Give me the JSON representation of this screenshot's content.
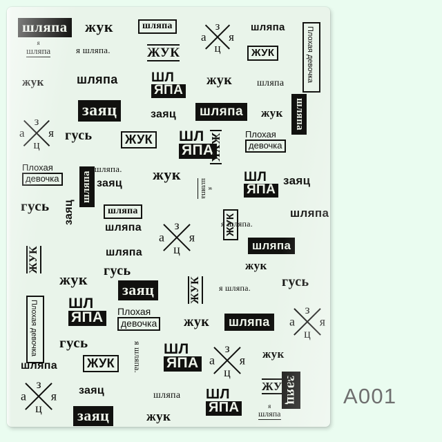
{
  "product": {
    "code": "A001",
    "sheet_background": "#e9f4ea",
    "page_background": "#eafcf0",
    "ink_color": "#11110f",
    "code_color": "#6f6f6f"
  },
  "words": {
    "hat": "шляпа",
    "hat_caps_part1": "ШЛ",
    "hat_caps_part2": "ЯПА",
    "beetle": "жук",
    "hare": "заяц",
    "goose": "гусь",
    "bad": "Плохая",
    "girl": "девочка",
    "i_am": "я",
    "i_am_hat": "я шляпа.",
    "x_letters": {
      "left": "а",
      "top": "з",
      "right": "я",
      "bottom": "ц"
    }
  },
  "stickers": [
    {
      "id": 1,
      "text": "шляпа",
      "style": "inverted-serif"
    },
    {
      "id": 2,
      "text": "жук",
      "style": "plain-serif"
    },
    {
      "id": 3,
      "text": "шляпа",
      "style": "boxed-serif"
    },
    {
      "id": 4,
      "text": "азяц",
      "style": "x-cross"
    },
    {
      "id": 5,
      "text": "шляпа",
      "style": "plain-sans"
    },
    {
      "id": 6,
      "text": "Плохая девочка",
      "style": "vertical-boxed"
    },
    {
      "id": 7,
      "text": "я шляпа",
      "style": "stacked-underline"
    },
    {
      "id": 8,
      "text": "я шляпа.",
      "style": "plain-serif-small"
    },
    {
      "id": 9,
      "text": "жук",
      "style": "rule-above-below"
    },
    {
      "id": 10,
      "text": "ЖУК",
      "style": "boxed-sans"
    },
    {
      "id": 11,
      "text": "жук",
      "style": "plain-serif"
    },
    {
      "id": 12,
      "text": "шляпа",
      "style": "plain-sans"
    },
    {
      "id": 13,
      "text": "ШЛ/ЯПА",
      "style": "stacked-inverted"
    },
    {
      "id": 14,
      "text": "жук",
      "style": "plain-serif"
    },
    {
      "id": 15,
      "text": "шляпа",
      "style": "plain-serif-small"
    },
    {
      "id": 16,
      "text": "шляпа",
      "style": "vertical-inverted"
    },
    {
      "id": 17,
      "text": "заяц",
      "style": "inverted-serif"
    },
    {
      "id": 18,
      "text": "заяц",
      "style": "plain-sans"
    },
    {
      "id": 19,
      "text": "шляпа",
      "style": "inverted-sans"
    },
    {
      "id": 20,
      "text": "жук",
      "style": "plain-serif"
    },
    {
      "id": 21,
      "text": "гусь",
      "style": "plain-serif"
    },
    {
      "id": 22,
      "text": "ЖУК",
      "style": "boxed-sans"
    },
    {
      "id": 23,
      "text": "ЖУК",
      "style": "vertical-inverted"
    },
    {
      "id": 24,
      "text": "Плохая девочка",
      "style": "lockup-boxed"
    },
    {
      "id": 25,
      "text": "заяц",
      "style": "plain-serif"
    },
    {
      "id": 26,
      "text": "гусь",
      "style": "plain-serif"
    },
    {
      "id": 27,
      "text": "заяц",
      "style": "vertical-sans"
    },
    {
      "id": 28,
      "text": "ЖУК",
      "style": "vertical-ruled"
    },
    {
      "id": 29,
      "text": "заяц",
      "style": "inverted-serif"
    },
    {
      "id": 30,
      "text": "A001",
      "style": "product-code"
    }
  ]
}
